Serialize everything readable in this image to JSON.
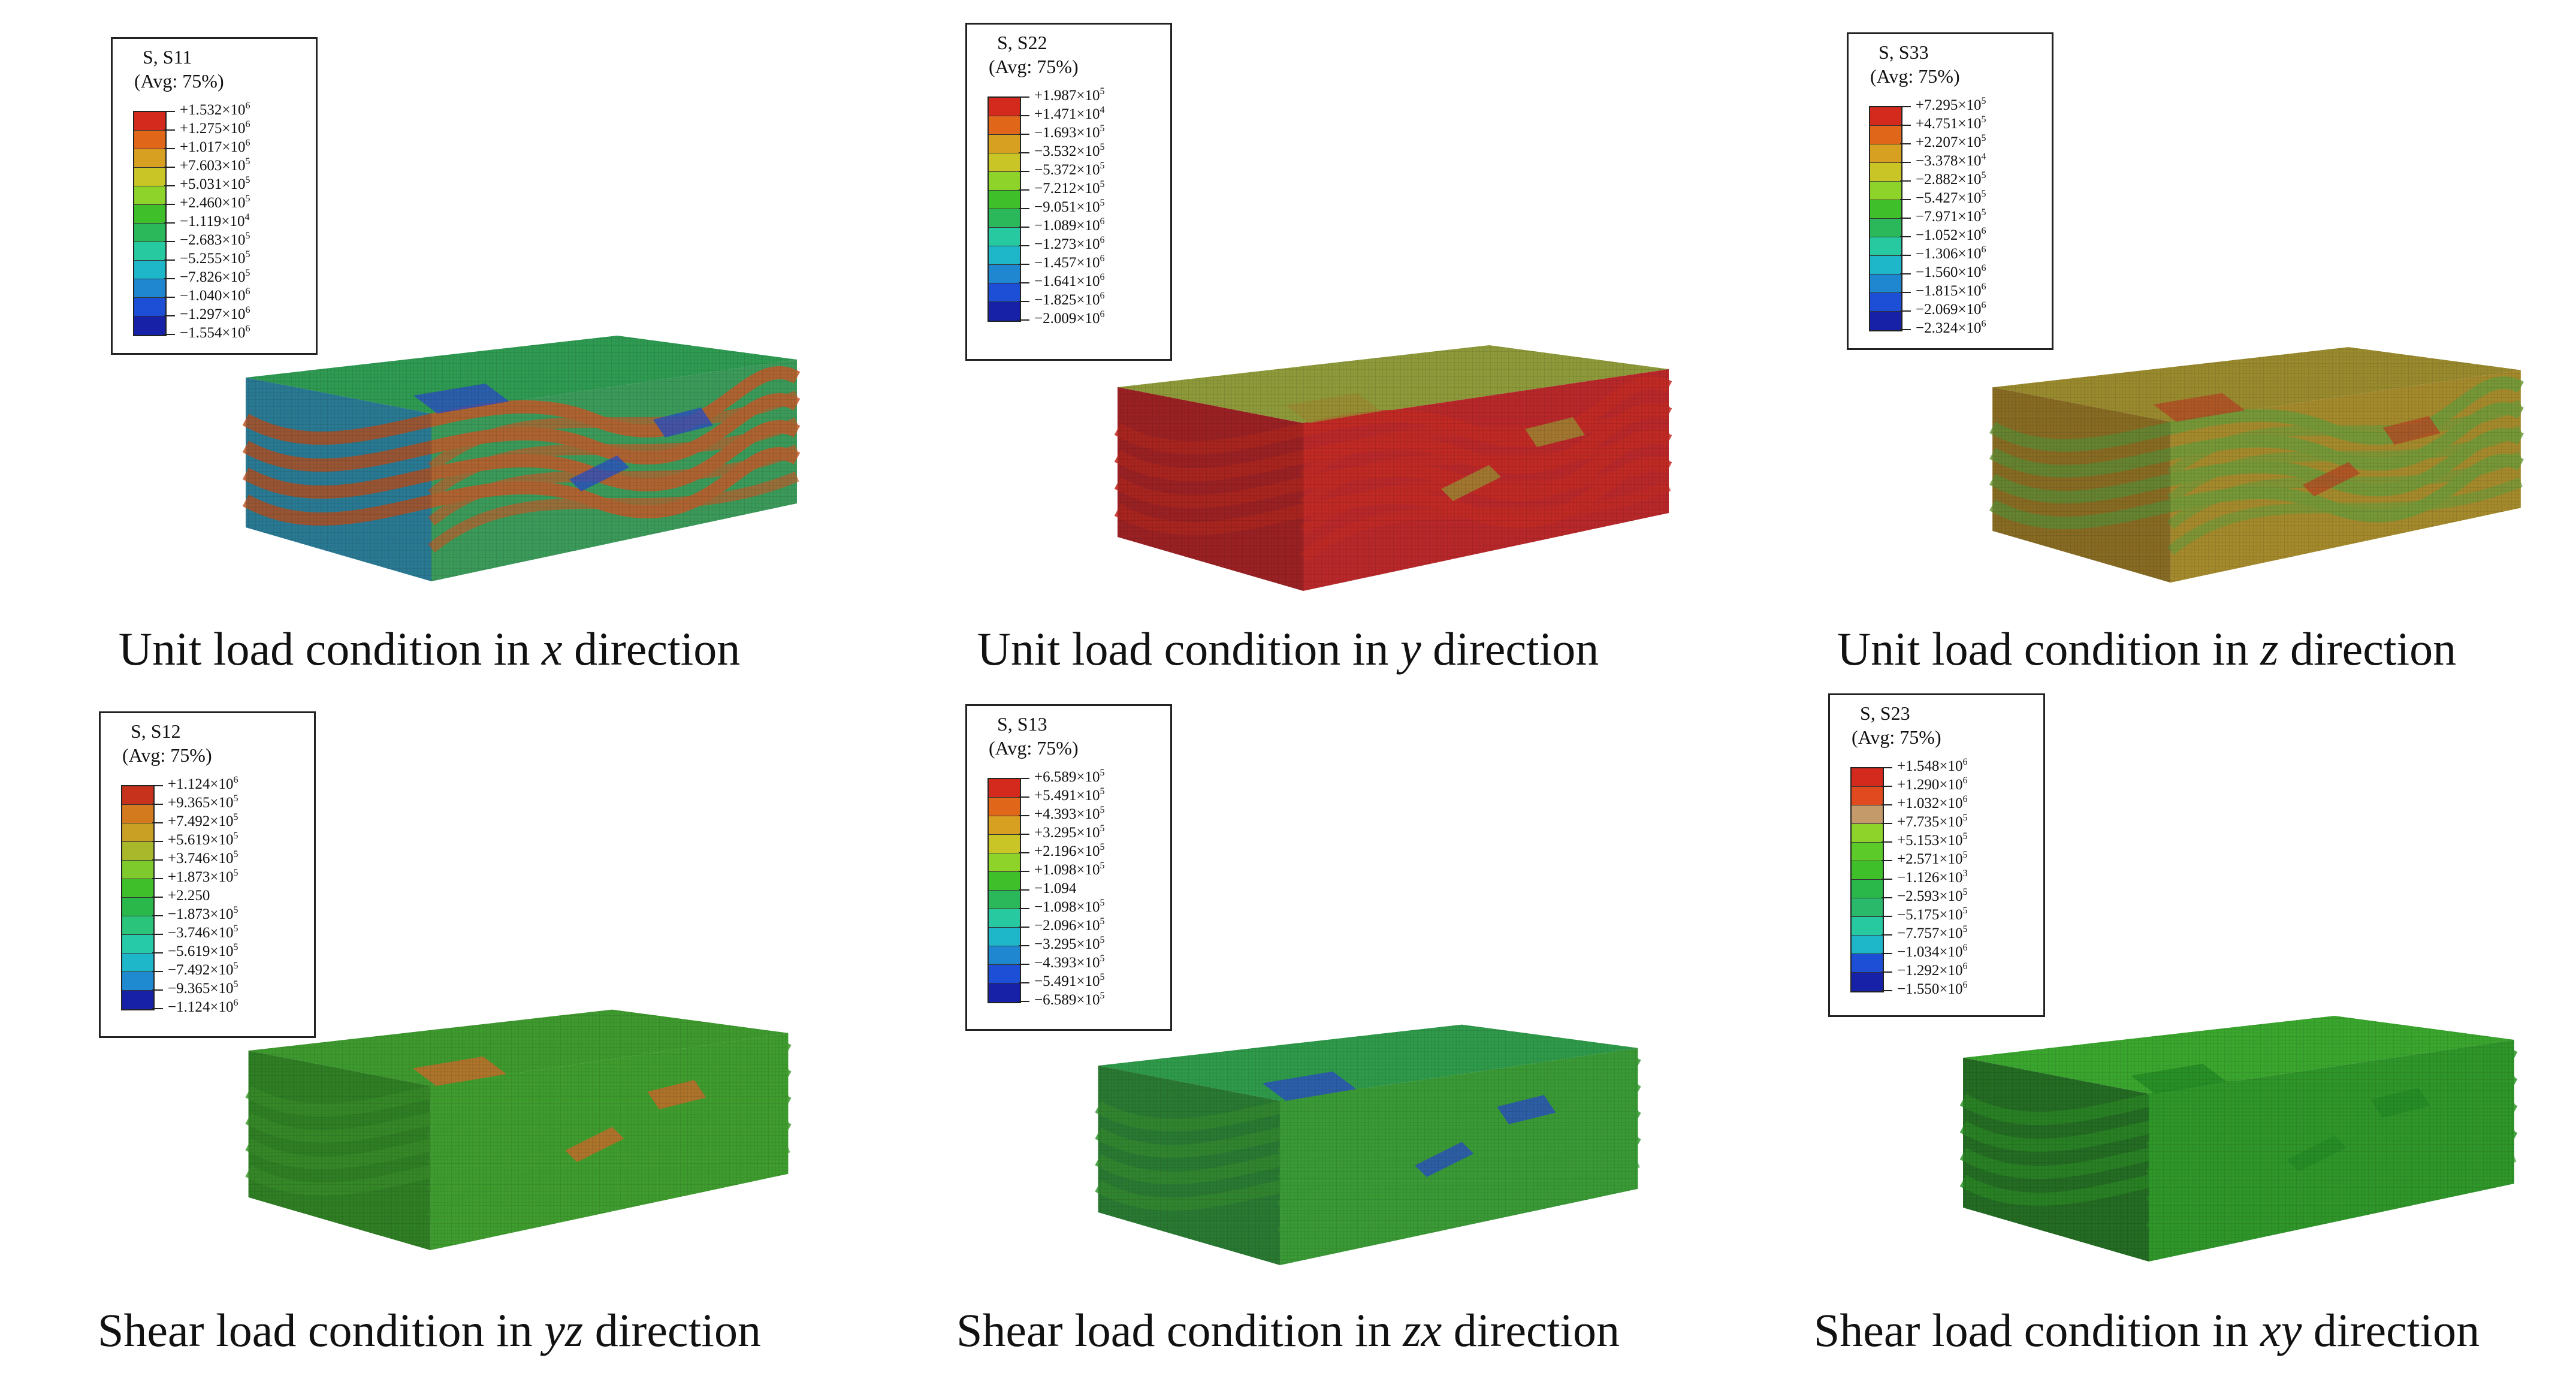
{
  "colors": {
    "red": "#d42a1e",
    "orange": "#e0671a",
    "amber": "#d8a020",
    "yellow": "#c9c526",
    "lime": "#8ed32a",
    "green": "#3fbf2a",
    "green2": "#2ab85a",
    "mint": "#26c9a0",
    "cyan": "#1eb7c9",
    "sky": "#1f86d0",
    "blue": "#1c4fd6",
    "navy": "#1621a8"
  },
  "panels": [
    {
      "id": "s11",
      "legend": {
        "title": "S, S11",
        "avg": "(Avg: 75%)",
        "labels": [
          "+1.532×10",
          "+1.275×10",
          "+1.017×10",
          "+7.603×10",
          "+5.031×10",
          "+2.460×10",
          "−1.119×10",
          "−2.683×10",
          "−5.255×10",
          "−7.826×10",
          "−1.040×10",
          "−1.297×10",
          "−1.554×10"
        ],
        "exps": [
          "6",
          "6",
          "6",
          "5",
          "5",
          "5",
          "4",
          "5",
          "5",
          "5",
          "6",
          "6",
          "6"
        ],
        "colors": [
          "#d42a1e",
          "#e0671a",
          "#d8a020",
          "#c9c526",
          "#8ed32a",
          "#3fbf2a",
          "#2ab85a",
          "#26c9a0",
          "#1eb7c9",
          "#1f86d0",
          "#1c4fd6",
          "#1621a8"
        ]
      },
      "caption": {
        "pre": "Unit load condition in ",
        "var": "x",
        "post": " direction"
      },
      "model": {
        "top": "#2e9a52",
        "front": "#3b9a5a",
        "side": "#2f8aa8",
        "bands": "#c25a2a",
        "accent": "#2a4fc0"
      }
    },
    {
      "id": "s22",
      "legend": {
        "title": "S, S22",
        "avg": "(Avg: 75%)",
        "labels": [
          "+1.987×10",
          "+1.471×10",
          "−1.693×10",
          "−3.532×10",
          "−5.372×10",
          "−7.212×10",
          "−9.051×10",
          "−1.089×10",
          "−1.273×10",
          "−1.457×10",
          "−1.641×10",
          "−1.825×10",
          "−2.009×10"
        ],
        "exps": [
          "5",
          "4",
          "5",
          "5",
          "5",
          "5",
          "5",
          "6",
          "6",
          "6",
          "6",
          "6",
          "6"
        ],
        "colors": [
          "#d42a1e",
          "#e0671a",
          "#d8a020",
          "#c9c526",
          "#8ed32a",
          "#3fbf2a",
          "#2ab85a",
          "#26c9a0",
          "#1eb7c9",
          "#1f86d0",
          "#1c4fd6",
          "#1621a8"
        ]
      },
      "caption": {
        "pre": "Unit load condition in ",
        "var": "y",
        "post": " direction"
      },
      "model": {
        "top": "#8e9a3a",
        "front": "#b8282a",
        "side": "#b02628",
        "bands": "#c22a24",
        "accent": "#9a8a32"
      }
    },
    {
      "id": "s33",
      "legend": {
        "title": "S, S33",
        "avg": "(Avg: 75%)",
        "labels": [
          "+7.295×10",
          "+4.751×10",
          "+2.207×10",
          "−3.378×10",
          "−2.882×10",
          "−5.427×10",
          "−7.971×10",
          "−1.052×10",
          "−1.306×10",
          "−1.560×10",
          "−1.815×10",
          "−2.069×10",
          "−2.324×10"
        ],
        "exps": [
          "5",
          "5",
          "5",
          "4",
          "5",
          "5",
          "5",
          "6",
          "6",
          "6",
          "6",
          "6",
          "6"
        ],
        "colors": [
          "#d42a1e",
          "#e0671a",
          "#d8a020",
          "#c9c526",
          "#8ed32a",
          "#3fbf2a",
          "#2ab85a",
          "#26c9a0",
          "#1eb7c9",
          "#1f86d0",
          "#1c4fd6",
          "#1621a8"
        ]
      },
      "caption": {
        "pre": "Unit load condition in ",
        "var": "z",
        "post": " direction"
      },
      "model": {
        "top": "#9a8a2e",
        "front": "#a48a2c",
        "side": "#9a7a28",
        "bands": "#6e9a3a",
        "accent": "#b34a24"
      }
    },
    {
      "id": "s12",
      "legend": {
        "title": "S, S12",
        "avg": "(Avg: 75%)",
        "labels": [
          "+1.124×10",
          "+9.365×10",
          "+7.492×10",
          "+5.619×10",
          "+3.746×10",
          "+1.873×10",
          "+2.250",
          "−1.873×10",
          "−3.746×10",
          "−5.619×10",
          "−7.492×10",
          "−9.365×10",
          "−1.124×10"
        ],
        "exps": [
          "6",
          "5",
          "5",
          "5",
          "5",
          "5",
          "",
          "5",
          "5",
          "5",
          "5",
          "5",
          "6"
        ],
        "colors": [
          "#c6321c",
          "#d47a1e",
          "#c9a024",
          "#a8b82a",
          "#7ec92c",
          "#3fbf2a",
          "#2ab84a",
          "#2ac47a",
          "#26c9a8",
          "#1eb7c9",
          "#1f8ad0",
          "#1621a8"
        ]
      },
      "caption": {
        "pre": "Shear load condition in ",
        "var": "yz",
        "post": " direction"
      },
      "model": {
        "top": "#3e9a2e",
        "front": "#3f9c2e",
        "side": "#36902a",
        "bands": "#3f9c2e",
        "accent": "#c96a2a"
      }
    },
    {
      "id": "s13",
      "legend": {
        "title": "S, S13",
        "avg": "(Avg: 75%)",
        "labels": [
          "+6.589×10",
          "+5.491×10",
          "+4.393×10",
          "+3.295×10",
          "+2.196×10",
          "+1.098×10",
          "−1.094",
          "−1.098×10",
          "−2.096×10",
          "−3.295×10",
          "−4.393×10",
          "−5.491×10",
          "−6.589×10"
        ],
        "exps": [
          "5",
          "5",
          "5",
          "5",
          "5",
          "5",
          "",
          "5",
          "5",
          "5",
          "5",
          "5",
          "5"
        ],
        "colors": [
          "#d42a1e",
          "#e0671a",
          "#d8a020",
          "#c9c526",
          "#8ed32a",
          "#3fbf2a",
          "#2ab85a",
          "#26c9a0",
          "#1eb7c9",
          "#1f86d0",
          "#1c4fd6",
          "#1621a8"
        ]
      },
      "caption": {
        "pre": "Shear load condition in ",
        "var": "zx",
        "post": " direction"
      },
      "model": {
        "top": "#2e9a4a",
        "front": "#3a9a36",
        "side": "#2f8a3a",
        "bands": "#3a9a36",
        "accent": "#2a4fc0"
      }
    },
    {
      "id": "s23",
      "legend": {
        "title": "S, S23",
        "avg": "(Avg: 75%)",
        "labels": [
          "+1.548×10",
          "+1.290×10",
          "+1.032×10",
          "+7.735×10",
          "+5.153×10",
          "+2.571×10",
          "−1.126×10",
          "−2.593×10",
          "−5.175×10",
          "−7.757×10",
          "−1.034×10",
          "−1.292×10",
          "−1.550×10"
        ],
        "exps": [
          "6",
          "6",
          "6",
          "5",
          "5",
          "5",
          "3",
          "5",
          "5",
          "5",
          "6",
          "6",
          "6"
        ],
        "colors": [
          "#d42a1e",
          "#e04a1e",
          "#c49a6a",
          "#8ed32a",
          "#5ccb2a",
          "#3fbf2a",
          "#2ab84a",
          "#2ab86a",
          "#26c9a0",
          "#1eb7c9",
          "#1c4fd6",
          "#1621a8"
        ]
      },
      "caption": {
        "pre": "Shear load condition in ",
        "var": "xy",
        "post": " direction"
      },
      "model": {
        "top": "#3aa62e",
        "front": "#2f962a",
        "side": "#2a7a28",
        "bands": "#2f962a",
        "accent": "#248a24"
      }
    }
  ]
}
